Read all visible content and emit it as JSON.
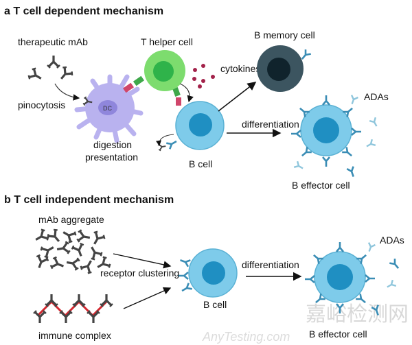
{
  "panel_a": {
    "title": "a T cell dependent mechanism",
    "labels": {
      "therapeutic_mab": "therapeutic mAb",
      "pinocytosis": "pinocytosis",
      "dc": "DC",
      "digestion": "digestion",
      "presentation": "presentation",
      "t_helper": "T helper cell",
      "cytokines": "cytokines",
      "b_cell": "B cell",
      "b_memory": "B memory cell",
      "differentiation": "differentiation",
      "b_effector": "B effector cell",
      "adas": "ADAs"
    }
  },
  "panel_b": {
    "title": "b T cell independent mechanism",
    "labels": {
      "mab_aggregate": "mAb aggregate",
      "receptor_clustering": "receptor clustering",
      "immune_complex": "immune complex",
      "b_cell": "B cell",
      "differentiation": "differentiation",
      "b_effector": "B effector cell",
      "adas": "ADAs"
    }
  },
  "watermark": {
    "cn": "嘉峪检测网",
    "en": "AnyTesting.com"
  },
  "colors": {
    "dc": "#b9b2ef",
    "dc_nucleus": "#8f86dc",
    "t_helper": "#7ddc6e",
    "t_helper_nucleus": "#2fb34a",
    "b_cell": "#7ecbea",
    "b_cell_nucleus": "#1f8fc2",
    "b_memory": "#3c5560",
    "b_memory_nucleus": "#10232c",
    "antibody": "#444444",
    "receptor": "#3a8db5",
    "cytokine": "#a3224a",
    "immune_complex_link": "#d3262e"
  }
}
